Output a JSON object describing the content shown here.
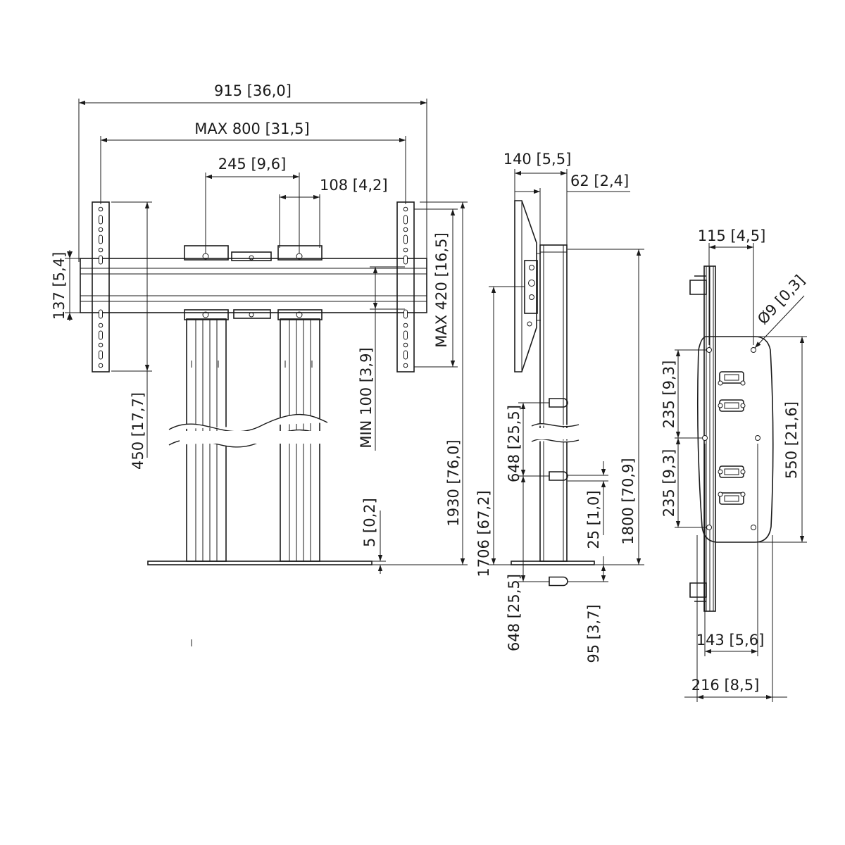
{
  "front_view": {
    "overall_width": "915",
    "overall_width_in": "36,0",
    "max_width_prefix": "MAX",
    "max_width": "800",
    "max_width_in": "31,5",
    "column_spacing": "245",
    "column_spacing_in": "9,6",
    "column_width": "108",
    "column_width_in": "4,2",
    "rail_height": "137",
    "rail_height_in": "5,4",
    "max_height_prefix": "MAX",
    "max_height": "420",
    "max_height_in": "16,5",
    "min_offset_prefix": "MIN",
    "min_offset": "100",
    "min_offset_in": "3,9",
    "plate_height": "450",
    "plate_height_in": "17,7",
    "base_thickness": "5",
    "base_thickness_in": "0,2",
    "overall_height": "1930",
    "overall_height_in": "76,0"
  },
  "side_view": {
    "depth": "140",
    "depth_in": "5,5",
    "column_depth": "62",
    "column_depth_in": "2,4",
    "center_height": "1706",
    "center_height_in": "67,2",
    "upper_spacing": "648",
    "upper_spacing_in": "25,5",
    "lower_spacing": "648",
    "lower_spacing_in": "25,5",
    "slot_height": "25",
    "slot_height_in": "1,0",
    "bottom_slot": "95",
    "bottom_slot_in": "3,7",
    "column_height": "1800",
    "column_height_in": "70,9"
  },
  "rear_view": {
    "bracket_width": "115",
    "bracket_width_in": "4,5",
    "hole_diameter_prefix": "Ø",
    "hole_diameter": "9",
    "hole_diameter_in": "0,3",
    "upper_hole_spacing": "235",
    "upper_hole_spacing_in": "9,3",
    "lower_hole_spacing": "235",
    "lower_hole_spacing_in": "9,3",
    "plate_height": "550",
    "plate_height_in": "21,6",
    "hole_width": "143",
    "hole_width_in": "5,6",
    "plate_width": "216",
    "plate_width_in": "8,5"
  }
}
